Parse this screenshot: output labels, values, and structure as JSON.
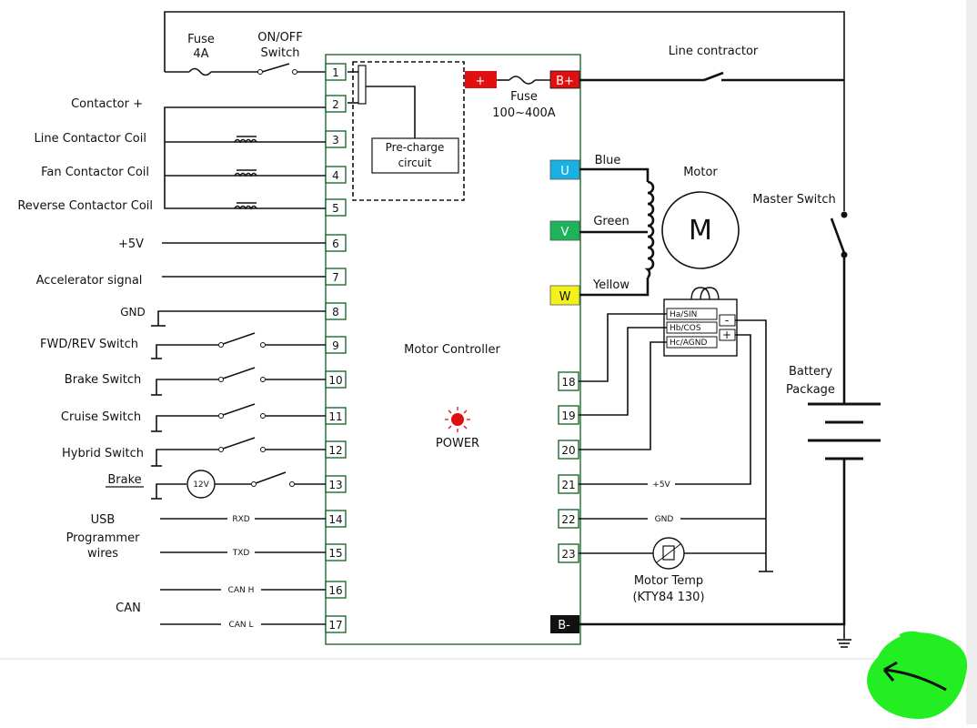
{
  "left_labels": {
    "fuse": "Fuse",
    "fuse_rating": "4A",
    "onoff_line1": "ON/OFF",
    "onoff_line2": "Switch",
    "contactor_plus": "Contactor +",
    "line_coil": "Line Contactor Coil",
    "fan_coil": "Fan Contactor Coil",
    "reverse_coil": "Reverse Contactor Coil",
    "plus5v": "+5V",
    "accelerator": "Accelerator signal",
    "gnd": "GND",
    "fwd_rev": "FWD/REV Switch",
    "brake_switch": "Brake Switch",
    "cruise": "Cruise Switch",
    "hybrid": "Hybrid Switch",
    "brake": "Brake",
    "usb1": "USB",
    "usb2": "Programmer",
    "usb3": "wires",
    "can": "CAN",
    "lamp": "12V"
  },
  "wire_labels": {
    "rxd": "RXD",
    "txd": "TXD",
    "can_h": "CAN H",
    "can_l": "CAN L",
    "plus5v_right": "+5V",
    "gnd_right": "GND"
  },
  "pins_left": [
    "1",
    "2",
    "3",
    "4",
    "5",
    "6",
    "7",
    "8",
    "9",
    "10",
    "11",
    "12",
    "13",
    "14",
    "15",
    "16",
    "17"
  ],
  "pins_right": [
    "18",
    "19",
    "20",
    "21",
    "22",
    "23"
  ],
  "controller": {
    "title": "Motor Controller",
    "precharge1": "Pre-charge",
    "precharge2": "circuit",
    "power": "POWER",
    "plus_terminal": "+",
    "bplus": "B+",
    "bminus": "B-",
    "u": "U",
    "v": "V",
    "w": "W"
  },
  "right_labels": {
    "fuse": "Fuse",
    "fuse_rating": "100~400A",
    "line_contractor": "Line contractor",
    "master_switch": "Master Switch",
    "motor": "Motor",
    "motor_symbol": "M",
    "blue": "Blue",
    "green": "Green",
    "yellow": "Yellow",
    "battery1": "Battery",
    "battery2": "Package",
    "motor_temp1": "Motor Temp",
    "motor_temp2": "(KTY84 130)",
    "hall_sin": "Ha/SIN",
    "hall_cos": "Hb/COS",
    "hall_agnd": "Hc/AGND",
    "hall_minus": "-",
    "hall_plus": "+"
  },
  "colors": {
    "terminal_red": "#e01010",
    "terminal_blue": "#19b0e6",
    "terminal_green": "#1db35a",
    "terminal_yellow": "#f2f21a",
    "terminal_black": "#111111",
    "box_border": "#1d6b2e",
    "scribble": "#22ee22"
  }
}
